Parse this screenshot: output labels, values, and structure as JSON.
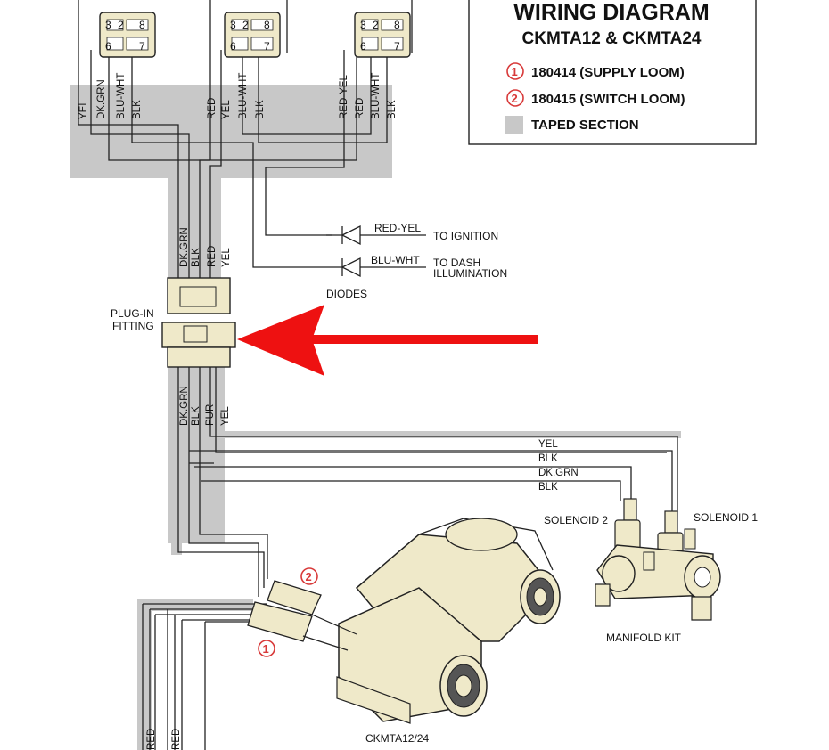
{
  "legend": {
    "title": "WIRING DIAGRAM",
    "subtitle": "CKMTA12 & CKMTA24",
    "items": [
      {
        "marker": "1",
        "text": "180414 (SUPPLY LOOM)"
      },
      {
        "marker": "2",
        "text": "180415 (SWITCH LOOM)"
      },
      {
        "marker": "",
        "text": "TAPED SECTION"
      }
    ],
    "colors": {
      "marker": "#d83a3a",
      "taped": "#c8c8c8",
      "arrow": "#ee1111",
      "component": "#efe9c9"
    }
  },
  "switches": [
    {
      "pins": [
        "3",
        "2",
        "8",
        "6",
        "7"
      ],
      "wires": [
        "YEL",
        "DK.GRN",
        "BLU-WHT",
        "BLK"
      ]
    },
    {
      "pins": [
        "3",
        "2",
        "8",
        "6",
        "7"
      ],
      "wires": [
        "RED",
        "YEL",
        "BLU-WHT",
        "BLK"
      ]
    },
    {
      "pins": [
        "3",
        "2",
        "8",
        "6",
        "7"
      ],
      "wires": [
        "RED-YEL",
        "RED",
        "BLU-WHT",
        "BLK"
      ]
    }
  ],
  "diodes": {
    "label": "DIODES",
    "items": [
      {
        "wire": "RED-YEL",
        "dest": "TO IGNITION"
      },
      {
        "wire": "BLU-WHT",
        "dest": "TO DASH",
        "dest2": "ILLUMINATION"
      }
    ]
  },
  "trunk_upper": [
    "DK.GRN",
    "BLK",
    "RED",
    "YEL"
  ],
  "trunk_lower": [
    "DK.GRN",
    "BLK",
    "PUR",
    "YEL"
  ],
  "plug_label": [
    "PLUG-IN",
    "FITTING"
  ],
  "solenoid_wires": [
    "YEL",
    "BLK",
    "DK.GRN",
    "BLK"
  ],
  "solenoids": {
    "left": "SOLENOID 2",
    "right": "SOLENOID 1"
  },
  "manifold_label": "MANIFOLD KIT",
  "compressor_label": "CKMTA12/24",
  "loom_markers": {
    "switch": "2",
    "supply": "1"
  },
  "bottom_wires": [
    "RED",
    "RED"
  ]
}
